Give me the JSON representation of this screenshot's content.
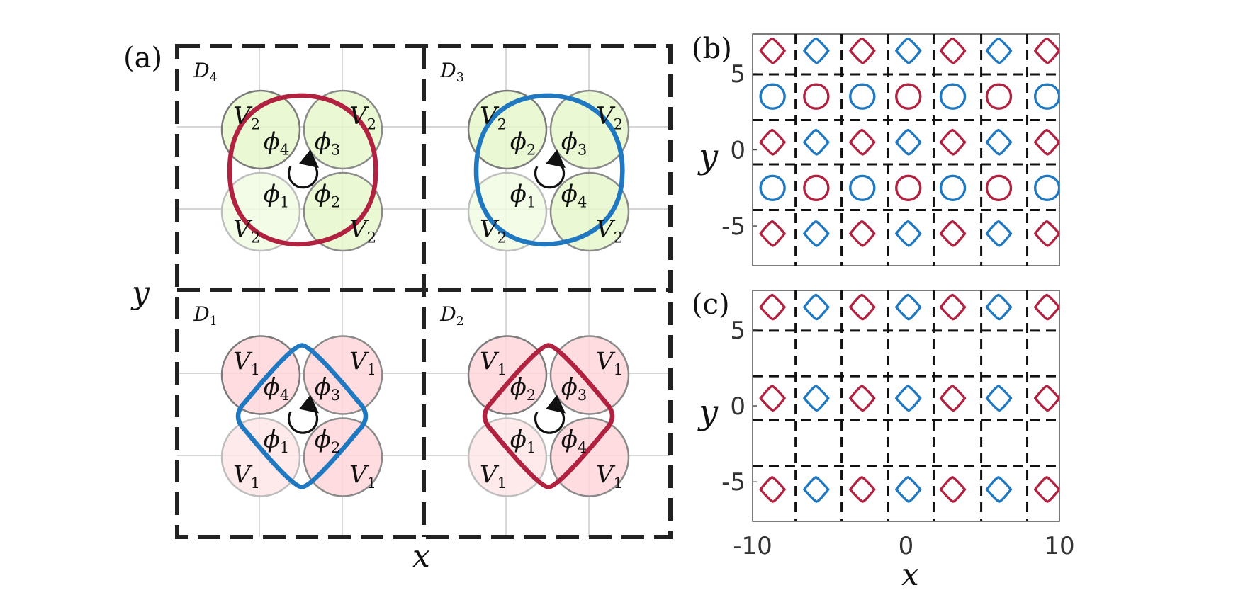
{
  "colors": {
    "red": "#b0223f",
    "blue": "#1f78c0",
    "green_fill": "#e6f7cc",
    "pink_fill": "#ffd6da",
    "pink_fill_light": "#ffe6e8",
    "grid": "#bdbdbd",
    "circle_stroke": "#808080",
    "dash": "#222222"
  },
  "panel_a": {
    "label": "(a)",
    "axis_x": "x",
    "axis_y": "y",
    "domains": [
      {
        "id": "d4",
        "label": "D",
        "sub": "4",
        "potential": "V",
        "psub": "2",
        "phis": [
          "4",
          "3",
          "1",
          "2"
        ],
        "loop_color": "red",
        "loop_shape": "round",
        "theme": "green"
      },
      {
        "id": "d3",
        "label": "D",
        "sub": "3",
        "potential": "V",
        "psub": "2",
        "phis": [
          "2",
          "3",
          "1",
          "4"
        ],
        "loop_color": "blue",
        "loop_shape": "round",
        "theme": "green"
      },
      {
        "id": "d1",
        "label": "D",
        "sub": "1",
        "potential": "V",
        "psub": "1",
        "phis": [
          "4",
          "3",
          "1",
          "2"
        ],
        "loop_color": "blue",
        "loop_shape": "square",
        "theme": "pink"
      },
      {
        "id": "d2",
        "label": "D",
        "sub": "2",
        "potential": "V",
        "psub": "1",
        "phis": [
          "2",
          "3",
          "1",
          "4"
        ],
        "loop_color": "red",
        "loop_shape": "square",
        "theme": "pink"
      }
    ]
  },
  "panel_b": {
    "label": "(b)",
    "axis_y": "y",
    "yticks": [
      "5",
      "0",
      "-5"
    ],
    "rows": [
      {
        "shape": "diamond",
        "colors": [
          "red",
          "blue",
          "red",
          "blue",
          "red",
          "blue",
          "red"
        ]
      },
      {
        "shape": "circle",
        "colors": [
          "blue",
          "red",
          "blue",
          "red",
          "blue",
          "red",
          "blue"
        ]
      },
      {
        "shape": "diamond",
        "colors": [
          "red",
          "blue",
          "red",
          "blue",
          "red",
          "blue",
          "red"
        ]
      },
      {
        "shape": "circle",
        "colors": [
          "blue",
          "red",
          "blue",
          "red",
          "blue",
          "red",
          "blue"
        ]
      },
      {
        "shape": "diamond",
        "colors": [
          "red",
          "blue",
          "red",
          "blue",
          "red",
          "blue",
          "red"
        ]
      }
    ]
  },
  "panel_c": {
    "label": "(c)",
    "axis_x": "x",
    "axis_y": "y",
    "yticks": [
      "5",
      "0",
      "-5"
    ],
    "xticks": [
      "-10",
      "0",
      "10"
    ],
    "rows": [
      {
        "shape": "diamond",
        "colors": [
          "red",
          "blue",
          "red",
          "blue",
          "red",
          "blue",
          "red"
        ]
      },
      {
        "shape": "diamond",
        "colors": [
          "red",
          "blue",
          "red",
          "blue",
          "red",
          "blue",
          "red"
        ]
      },
      {
        "shape": "diamond",
        "colors": [
          "red",
          "blue",
          "red",
          "blue",
          "red",
          "blue",
          "red"
        ]
      }
    ]
  }
}
